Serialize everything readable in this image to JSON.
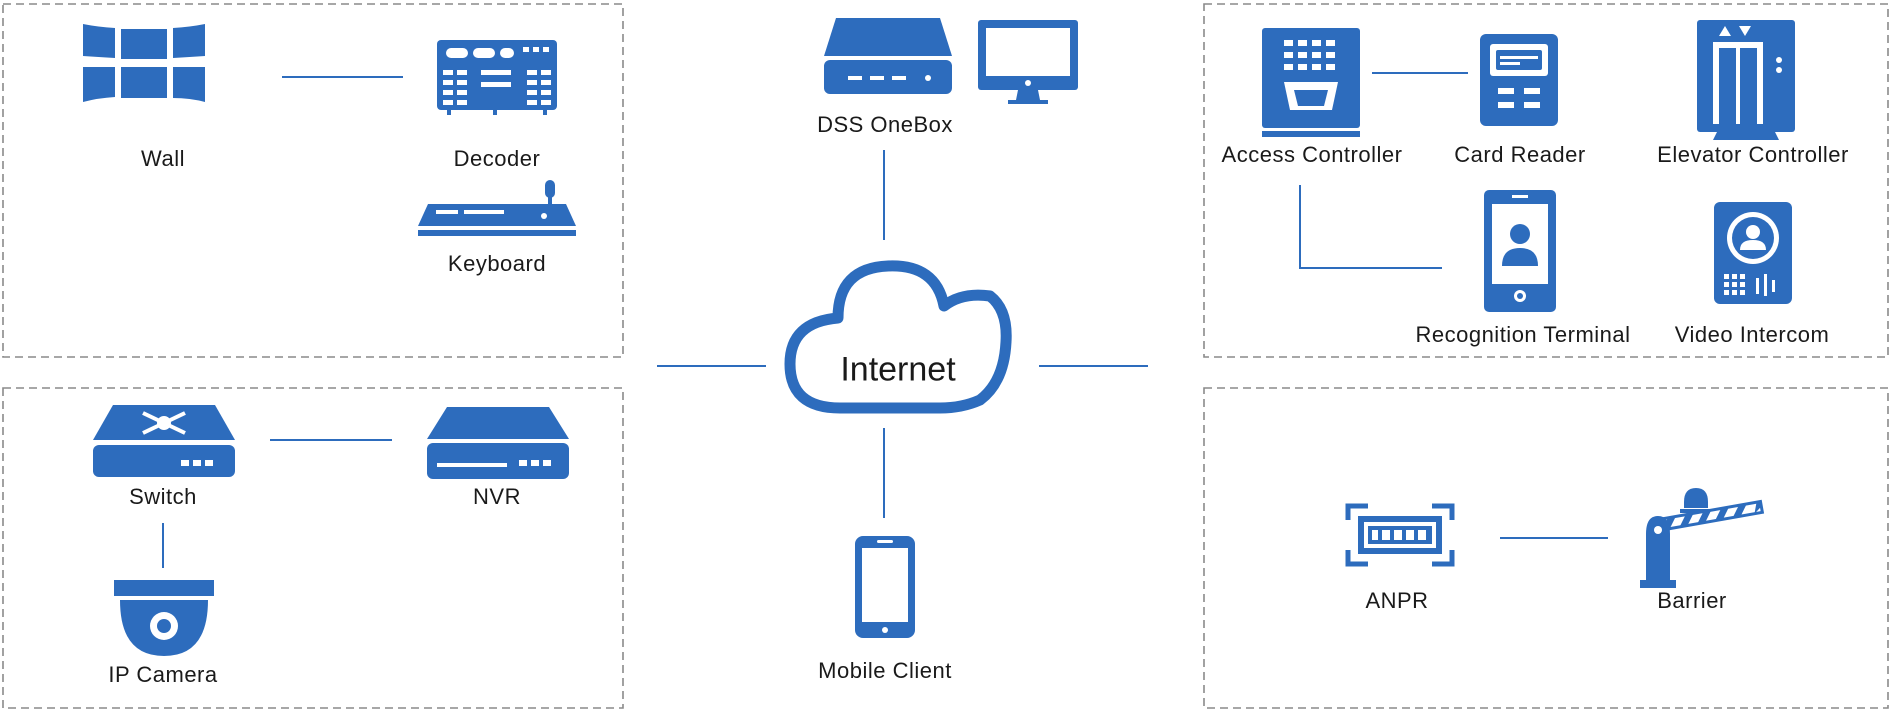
{
  "accent_color": "#2d6cbd",
  "frame_color": "#8a8a8a",
  "center": {
    "cloud_label": "Internet",
    "onebox_label": "DSS OneBox",
    "mobile_label": "Mobile Client"
  },
  "video_wall_group": {
    "wall_label": "Wall",
    "decoder_label": "Decoder",
    "keyboard_label": "Keyboard"
  },
  "surveillance_group": {
    "switch_label": "Switch",
    "nvr_label": "NVR",
    "camera_label": "IP Camera"
  },
  "access_group": {
    "access_controller_label": "Access Controller",
    "card_reader_label": "Card Reader",
    "elevator_controller_label": "Elevator Controller",
    "recognition_terminal_label": "Recognition Terminal",
    "video_intercom_label": "Video Intercom"
  },
  "parking_group": {
    "anpr_label": "ANPR",
    "barrier_label": "Barrier"
  }
}
